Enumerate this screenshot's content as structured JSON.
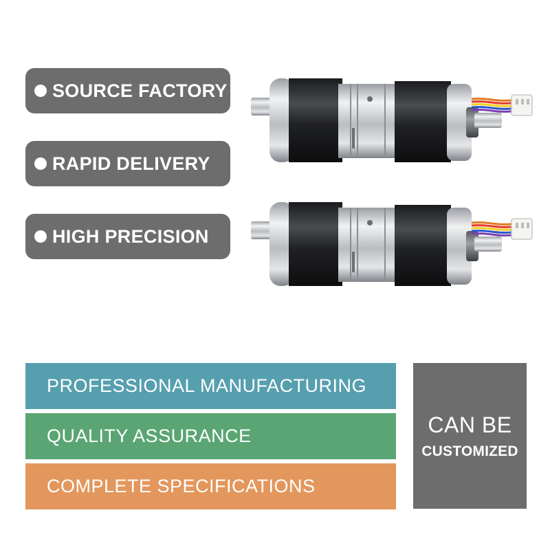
{
  "badges": [
    {
      "label": "SOURCE FACTORY"
    },
    {
      "label": "RAPID DELIVERY"
    },
    {
      "label": "HIGH PRECISION"
    }
  ],
  "features": [
    {
      "label": "PROFESSIONAL MANUFACTURING",
      "color": "#569fae"
    },
    {
      "label": "QUALITY ASSURANCE",
      "color": "#5aa573"
    },
    {
      "label": "COMPLETE SPECIFICATIONS",
      "color": "#e3975c"
    }
  ],
  "custom_box": {
    "line1": "CAN BE",
    "line2": "CUSTOMIZED",
    "color": "#6d6d6d"
  },
  "product_images": [
    {
      "icon": "planetary-gear-motor"
    },
    {
      "icon": "planetary-gear-motor"
    }
  ]
}
